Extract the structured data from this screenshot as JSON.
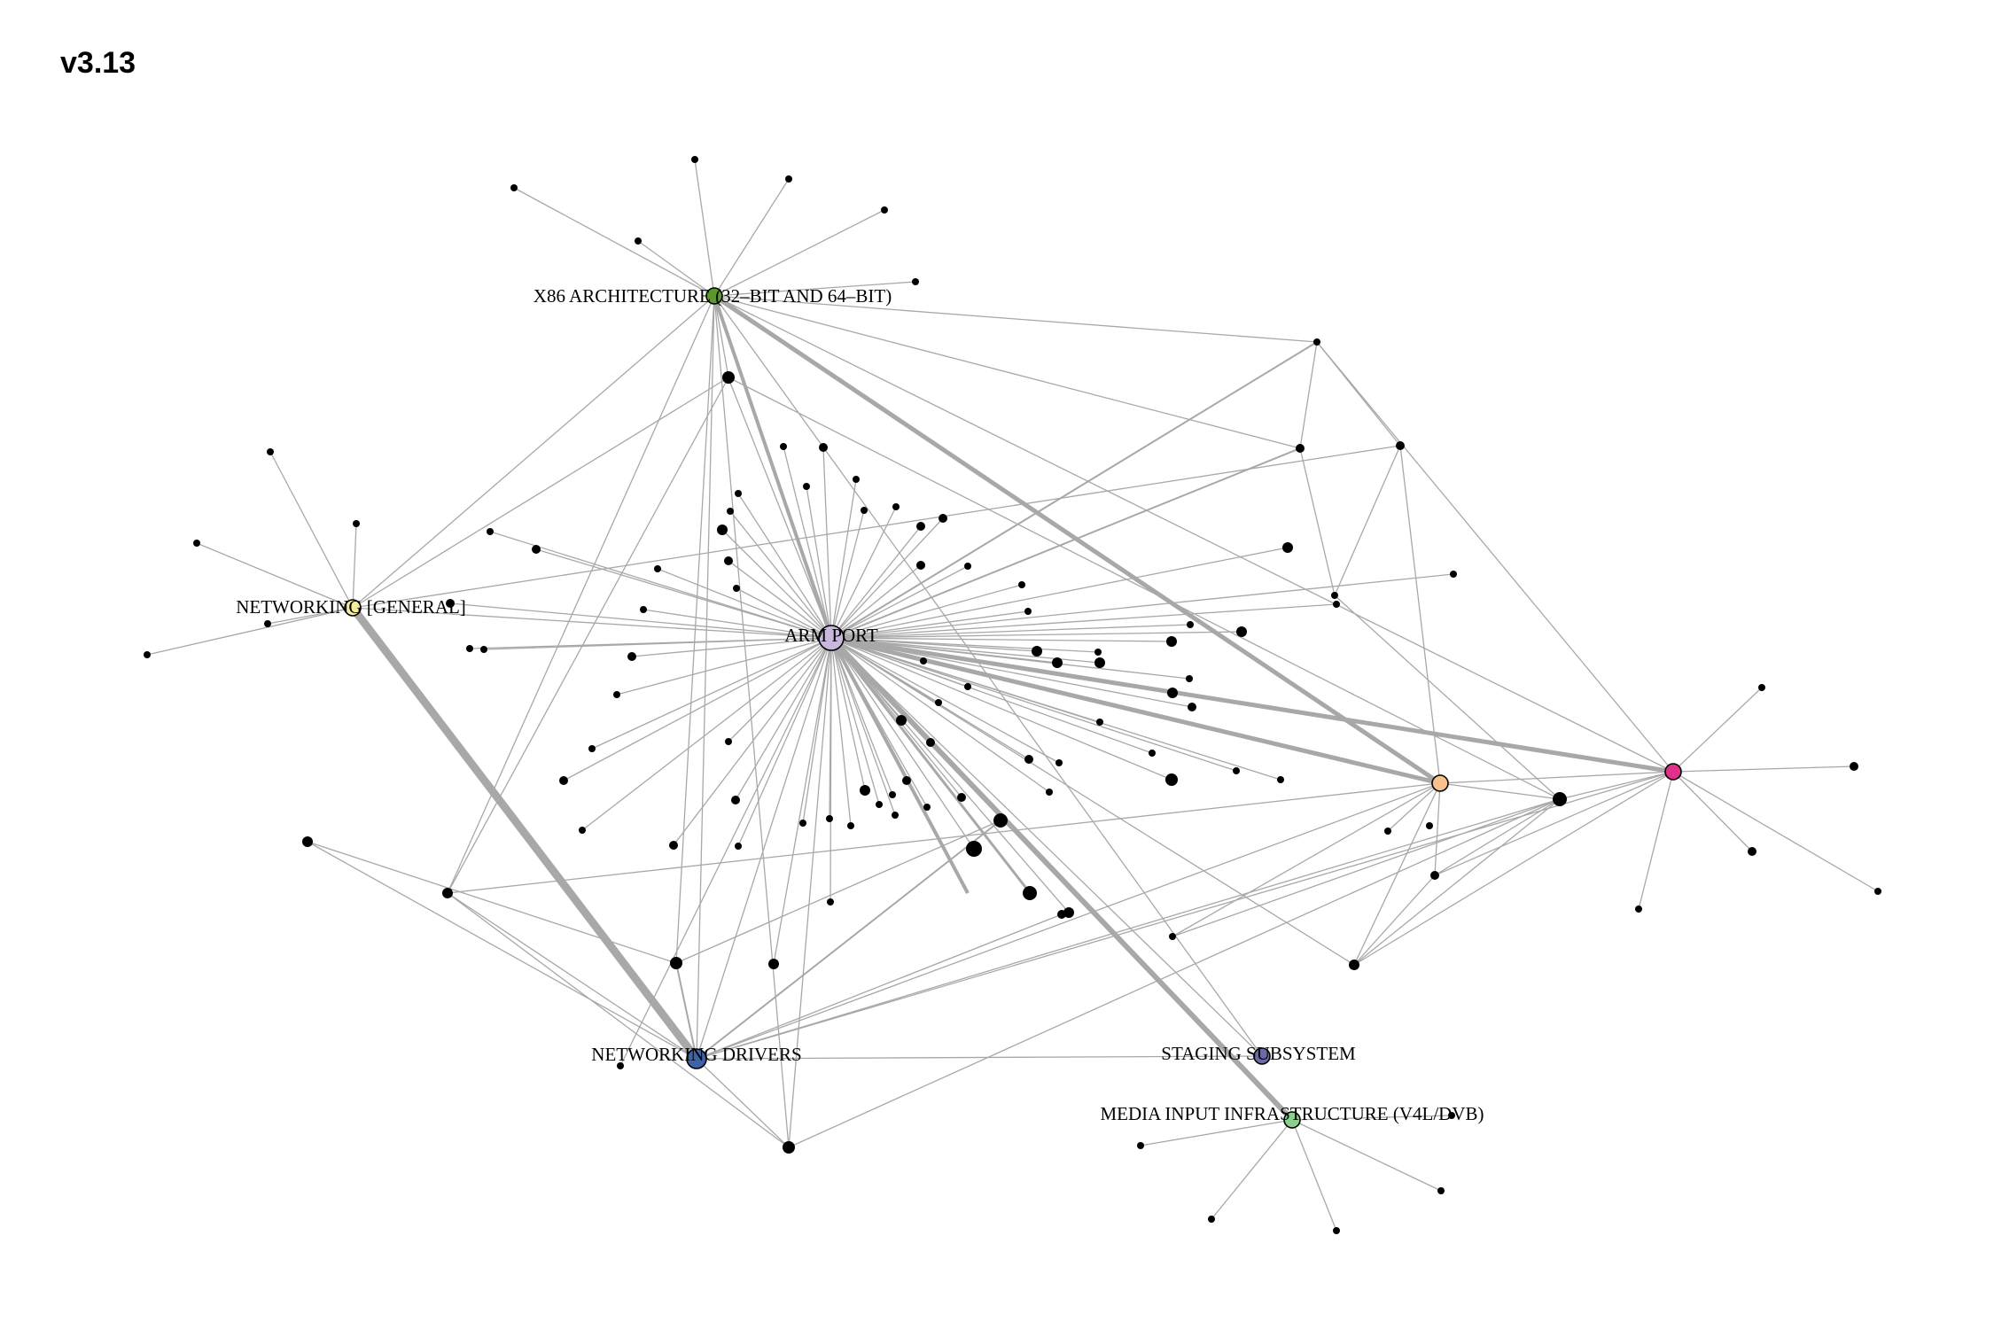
{
  "title": "v3.13",
  "colors": {
    "edge": "#a8a8a8",
    "node_default": "#000000",
    "arm": "#c8b8dc",
    "x86": "#5a9a2a",
    "net_general": "#f4ee9a",
    "net_drivers": "#3e63a6",
    "orange": "#f8c08a",
    "magenta": "#e0308a",
    "staging": "#6a6aa6",
    "media": "#8ad08a"
  },
  "labels": {
    "arm": "ARM PORT",
    "x86": "X86 ARCHITECTURE (32–BIT AND 64–BIT)",
    "net_general": "NETWORKING [GENERAL]",
    "net_drivers": "NETWORKING DRIVERS",
    "staging": "STAGING SUBSYSTEM",
    "media": "MEDIA INPUT INFRASTRUCTURE (V4L/DVB)"
  }
}
